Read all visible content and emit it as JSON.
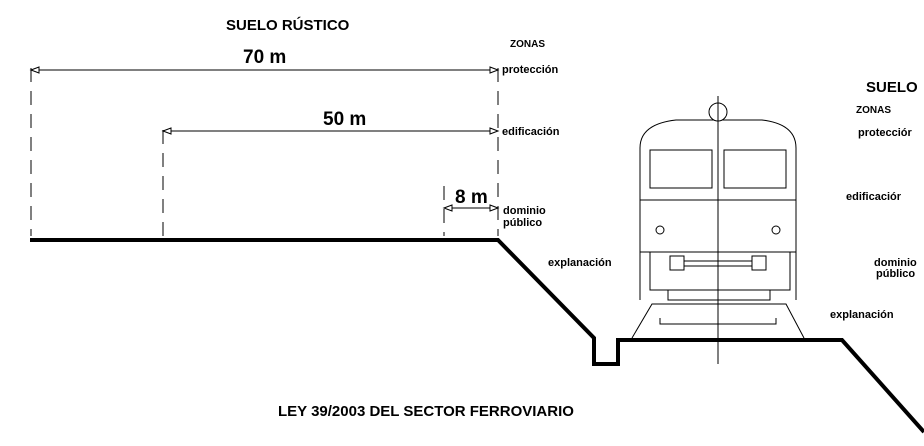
{
  "title_left": "SUELO RÚSTICO",
  "title_right": "SUELO",
  "zones_heading": "ZONAS",
  "dimensions": {
    "d70": "70 m",
    "d50": "50 m",
    "d8": "8 m"
  },
  "zones_left": {
    "proteccion": "protección",
    "edificacion": "edificación",
    "dominio_1": "dominio",
    "dominio_2": "público",
    "explanacion": "explanación"
  },
  "zones_right": {
    "proteccion": "protecciór",
    "edificacion": "edificaciór",
    "dominio_1": "dominio",
    "dominio_2": "público",
    "explanacion": "explanación"
  },
  "footer": "LEY 39/2003 DEL SECTOR FERROVIARIO"
}
